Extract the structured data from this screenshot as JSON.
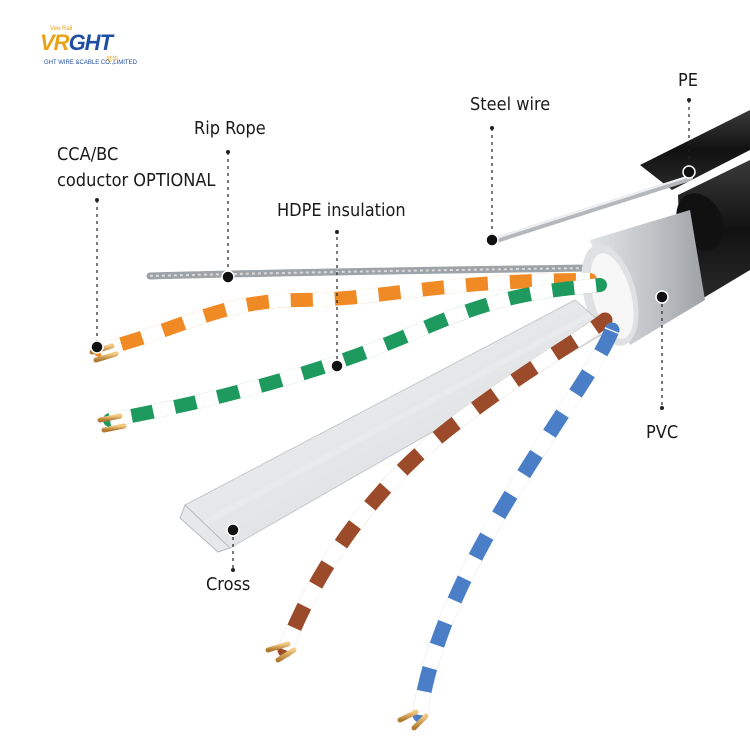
{
  "logo": {
    "mark_prefix": "VR",
    "mark_main": "GHT",
    "small_text": "Vee Rail",
    "cn_text": "冠华",
    "company": "GHT WIRE &CABLE CO.,LIMITED"
  },
  "labels": {
    "pe": "PE",
    "steel_wire": "Steel wire",
    "rip_rope": "Rip Rope",
    "conductor_line1": "CCA/BC",
    "conductor_line2": "coductor OPTIONAL",
    "hdpe": "HDPE insulation",
    "pvc": "PVC",
    "cross": "Cross"
  },
  "colors": {
    "orange": "#f08a24",
    "green": "#1f9a5f",
    "brown": "#9b4b2a",
    "blue": "#4a7fc7",
    "copper": "#d9a050",
    "jacket_black": "#1d1d1d",
    "pvc_grey": "#c9ccd0"
  }
}
